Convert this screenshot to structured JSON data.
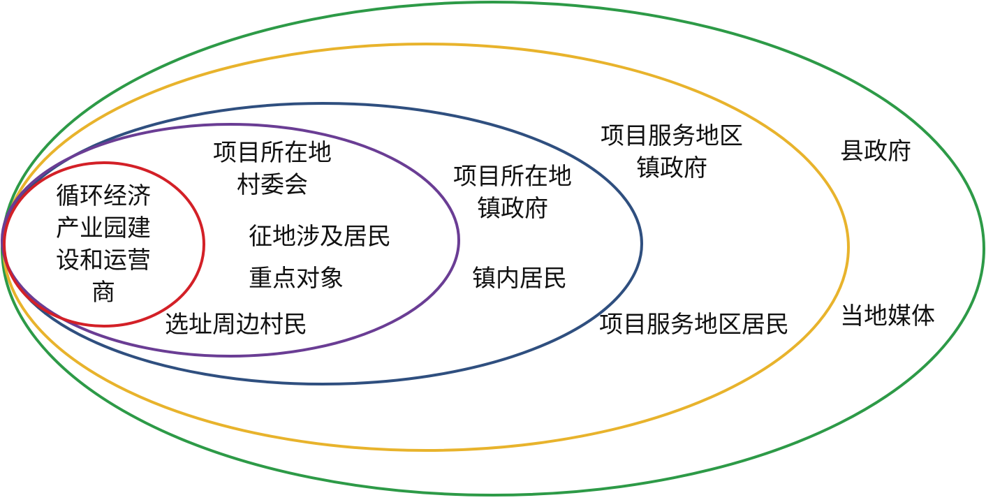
{
  "colors": {
    "red": "#d32027",
    "purple": "#6a3d94",
    "blue": "#2f4f7f",
    "yellow": "#e8b32c",
    "green": "#2d9a47"
  },
  "rings": {
    "red": {
      "lines": [
        "循环经济",
        "产业园建",
        "设和运营",
        "商"
      ]
    },
    "purple": {
      "village_committee": [
        "项目所在地",
        "村委会"
      ],
      "expropriation_1": "征地涉及居民",
      "expropriation_2": "重点对象",
      "villagers": "选址周边村民"
    },
    "blue": {
      "town_gov": [
        "项目所在地",
        "镇政府"
      ],
      "town_residents": "镇内居民"
    },
    "yellow": {
      "area_gov": [
        "项目服务地区",
        "镇政府"
      ],
      "area_residents": "项目服务地区居民"
    },
    "green": {
      "county_gov": "县政府",
      "media": "当地媒体"
    }
  }
}
